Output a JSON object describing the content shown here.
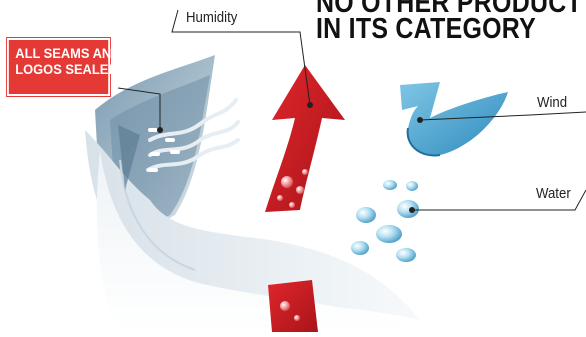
{
  "headline": {
    "line1": "NO OTHER PRODUCT",
    "line2": "IN ITS CATEGORY"
  },
  "badge": {
    "line1": "ALL SEAMS AND",
    "line2": "LOGOS SEALED"
  },
  "labels": {
    "humidity": "Humidity",
    "wind": "Wind",
    "water": "Water"
  },
  "colors": {
    "accent_red": "#e53935",
    "arrow_red": "#c8171d",
    "wind_blue": "#4aa6d1",
    "fabric_blue": "#5b7f97",
    "droplet_blue": "#7ec4e6"
  }
}
